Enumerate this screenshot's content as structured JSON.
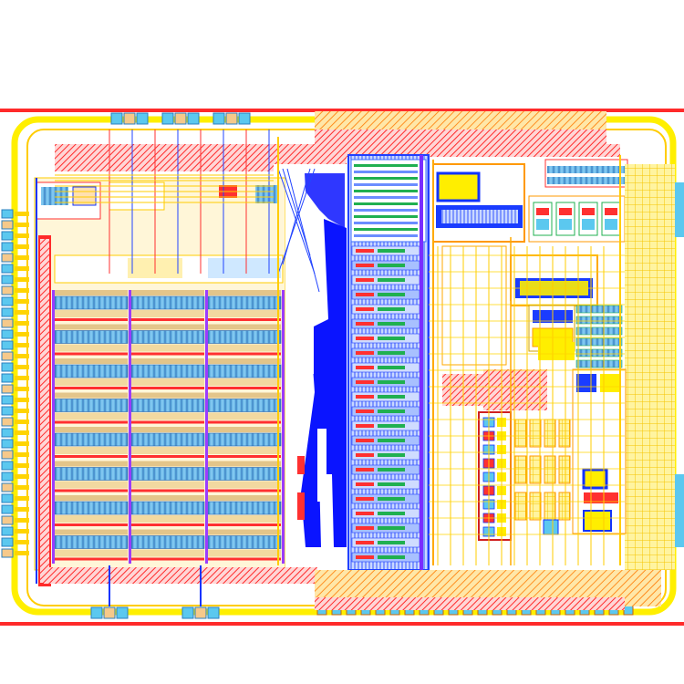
{
  "diagram": {
    "kind": "integrated-circuit-layout",
    "colors": {
      "background": "#ffffff",
      "die_boundary": "#ff2020",
      "metal_yellow": "#ffff00",
      "metal_orange": "#ffa500",
      "hatch_red": "#ff3030",
      "metal_blue": "#0000ff",
      "cell_blue": "#4aa3df",
      "pad_cyan": "#5bc8ef",
      "cell_tan": "#f2d9a0",
      "poly_magenta": "#cc00cc",
      "diffusion_green": "#20b050",
      "pad_cream": "#ffe0b0"
    },
    "regions": [
      "left-pad-ring",
      "top-pad-row",
      "bottom-pad-row",
      "memory-array",
      "routing-channel",
      "logic-column",
      "control-logic",
      "right-io-area"
    ]
  }
}
